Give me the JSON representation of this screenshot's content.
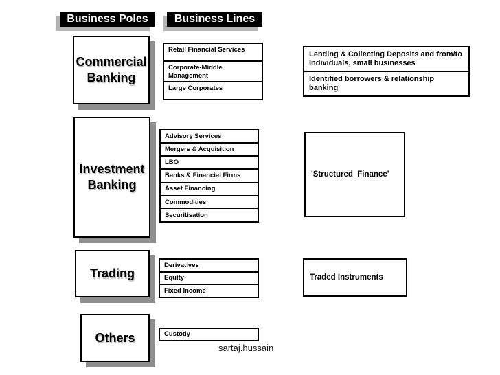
{
  "headers": {
    "business_poles": "Business Poles",
    "business_lines": "Business Lines"
  },
  "poles": {
    "commercial": "Commercial\nBanking",
    "investment": "Investment\nBanking",
    "trading": "Trading",
    "others": "Others"
  },
  "lines": {
    "commercial": [
      "Retail Financial Services",
      "Corporate-Middle Management",
      "Large Corporates"
    ],
    "investment": [
      "Advisory Services",
      "Mergers & Acquisition",
      "LBO",
      "Banks & Financial Firms",
      "Asset Financing",
      "Commodities",
      "Securitisation"
    ],
    "trading": [
      "Derivatives",
      "Equity",
      "Fixed Income"
    ],
    "others": [
      "Custody"
    ]
  },
  "descriptions": {
    "commercial_cell_1": "Lending & Collecting Deposits and from/to Individuals, small businesses",
    "commercial_cell_2": "Identified borrowers & relationship banking",
    "investment": "'Structured  Finance'",
    "trading": "Traded Instruments"
  },
  "footer": {
    "credit": "sartaj.hussain"
  },
  "colors": {
    "header_bg": "#000000",
    "header_text": "#ffffff",
    "header_shadow": "#b5b5b5",
    "box_shadow": "#8f8f8f",
    "box_border": "#000000",
    "background": "#ffffff"
  }
}
